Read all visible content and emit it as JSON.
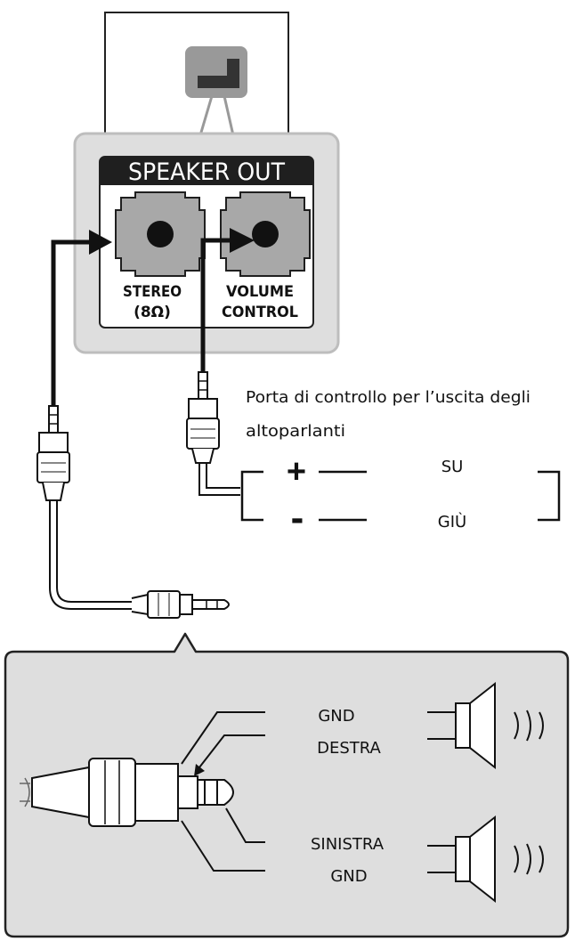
{
  "panel": {
    "header": "SPEAKER OUT",
    "port_stereo_line1": "STEREO",
    "port_stereo_line2": "(8Ω)",
    "port_volume_line1": "VOLUME",
    "port_volume_line2": "CONTROL"
  },
  "volume_control": {
    "caption_line1": "Porta di controllo per l’uscita degli",
    "caption_line2": "altoparlanti",
    "plus_symbol": "+",
    "minus_symbol": "-",
    "up_label": "SU",
    "down_label": "GIÙ"
  },
  "plug_detail": {
    "gnd_top": "GND",
    "right": "DESTRA",
    "left": "SINISTRA",
    "gnd_bottom": "GND"
  }
}
